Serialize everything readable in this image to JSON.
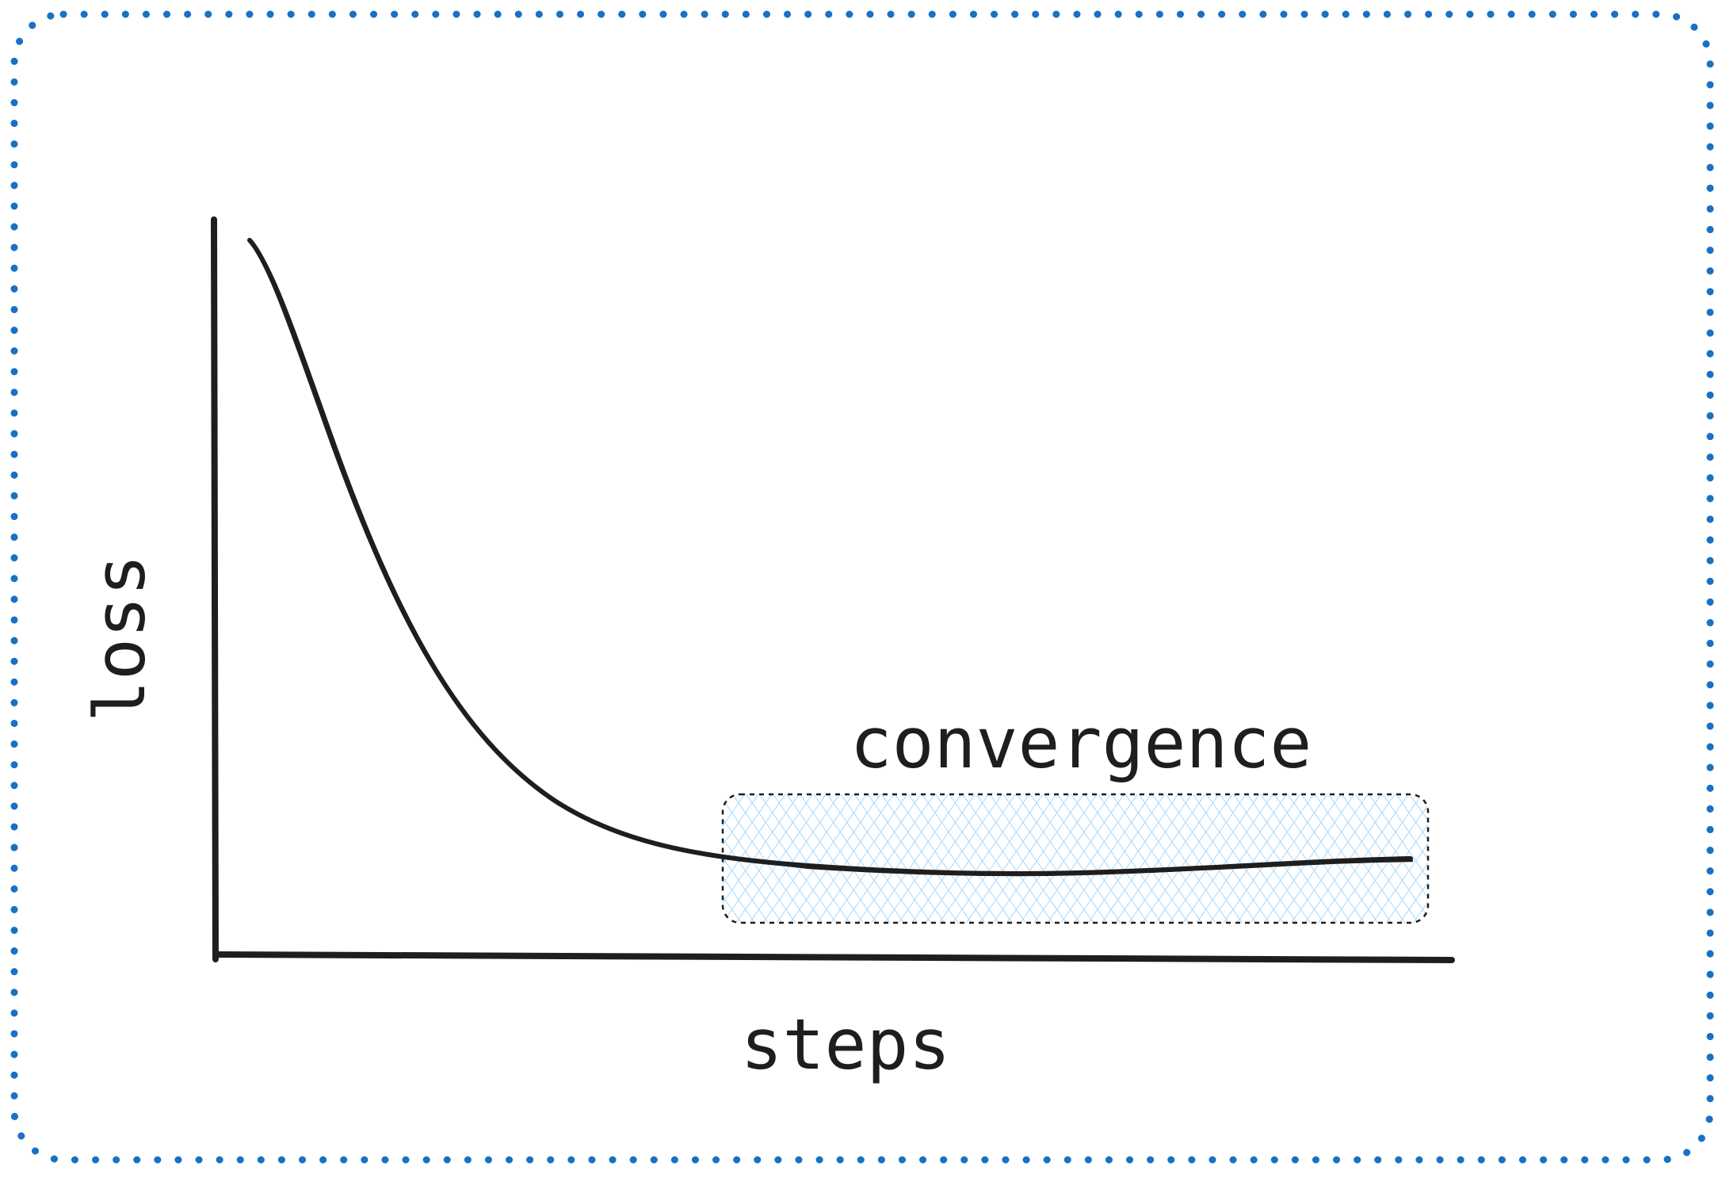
{
  "diagram": {
    "y_axis_label": "loss",
    "x_axis_label": "steps",
    "highlight_label": "convergence"
  },
  "colors": {
    "frame": "#1971c2",
    "ink": "#1e1e1e",
    "highlight_fill": "#a5d8ff"
  }
}
